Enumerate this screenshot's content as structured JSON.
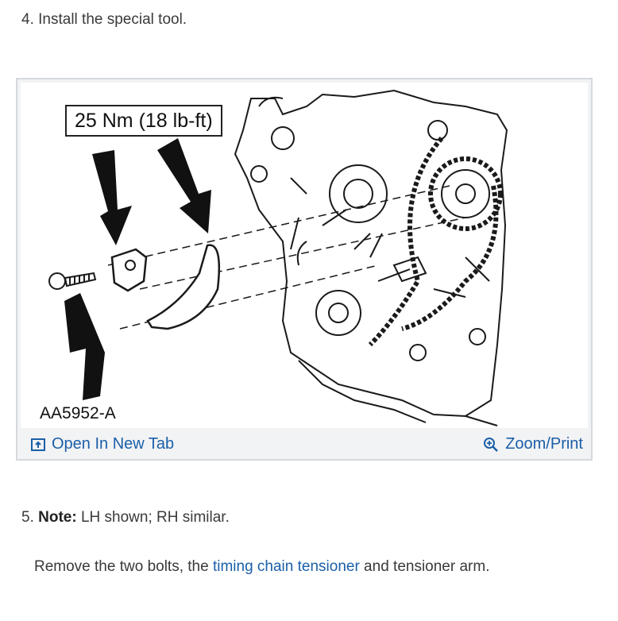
{
  "step4": {
    "number": "4.",
    "text": "Install the special tool."
  },
  "figure": {
    "callout": "25 Nm (18 lb-ft)",
    "figure_id": "AA5952-A",
    "open_tab_label": "Open In New Tab",
    "zoom_label": "Zoom/Print",
    "icons": [
      "open-tab-icon",
      "zoom-icon"
    ],
    "link_color": "#1a5fa8"
  },
  "step5": {
    "number": "5.",
    "note_label": "Note:",
    "note_text": "LH shown; RH similar.",
    "body_before": "Remove the two bolts, the ",
    "body_link": "timing chain tensioner",
    "body_after": " and tensioner arm."
  }
}
